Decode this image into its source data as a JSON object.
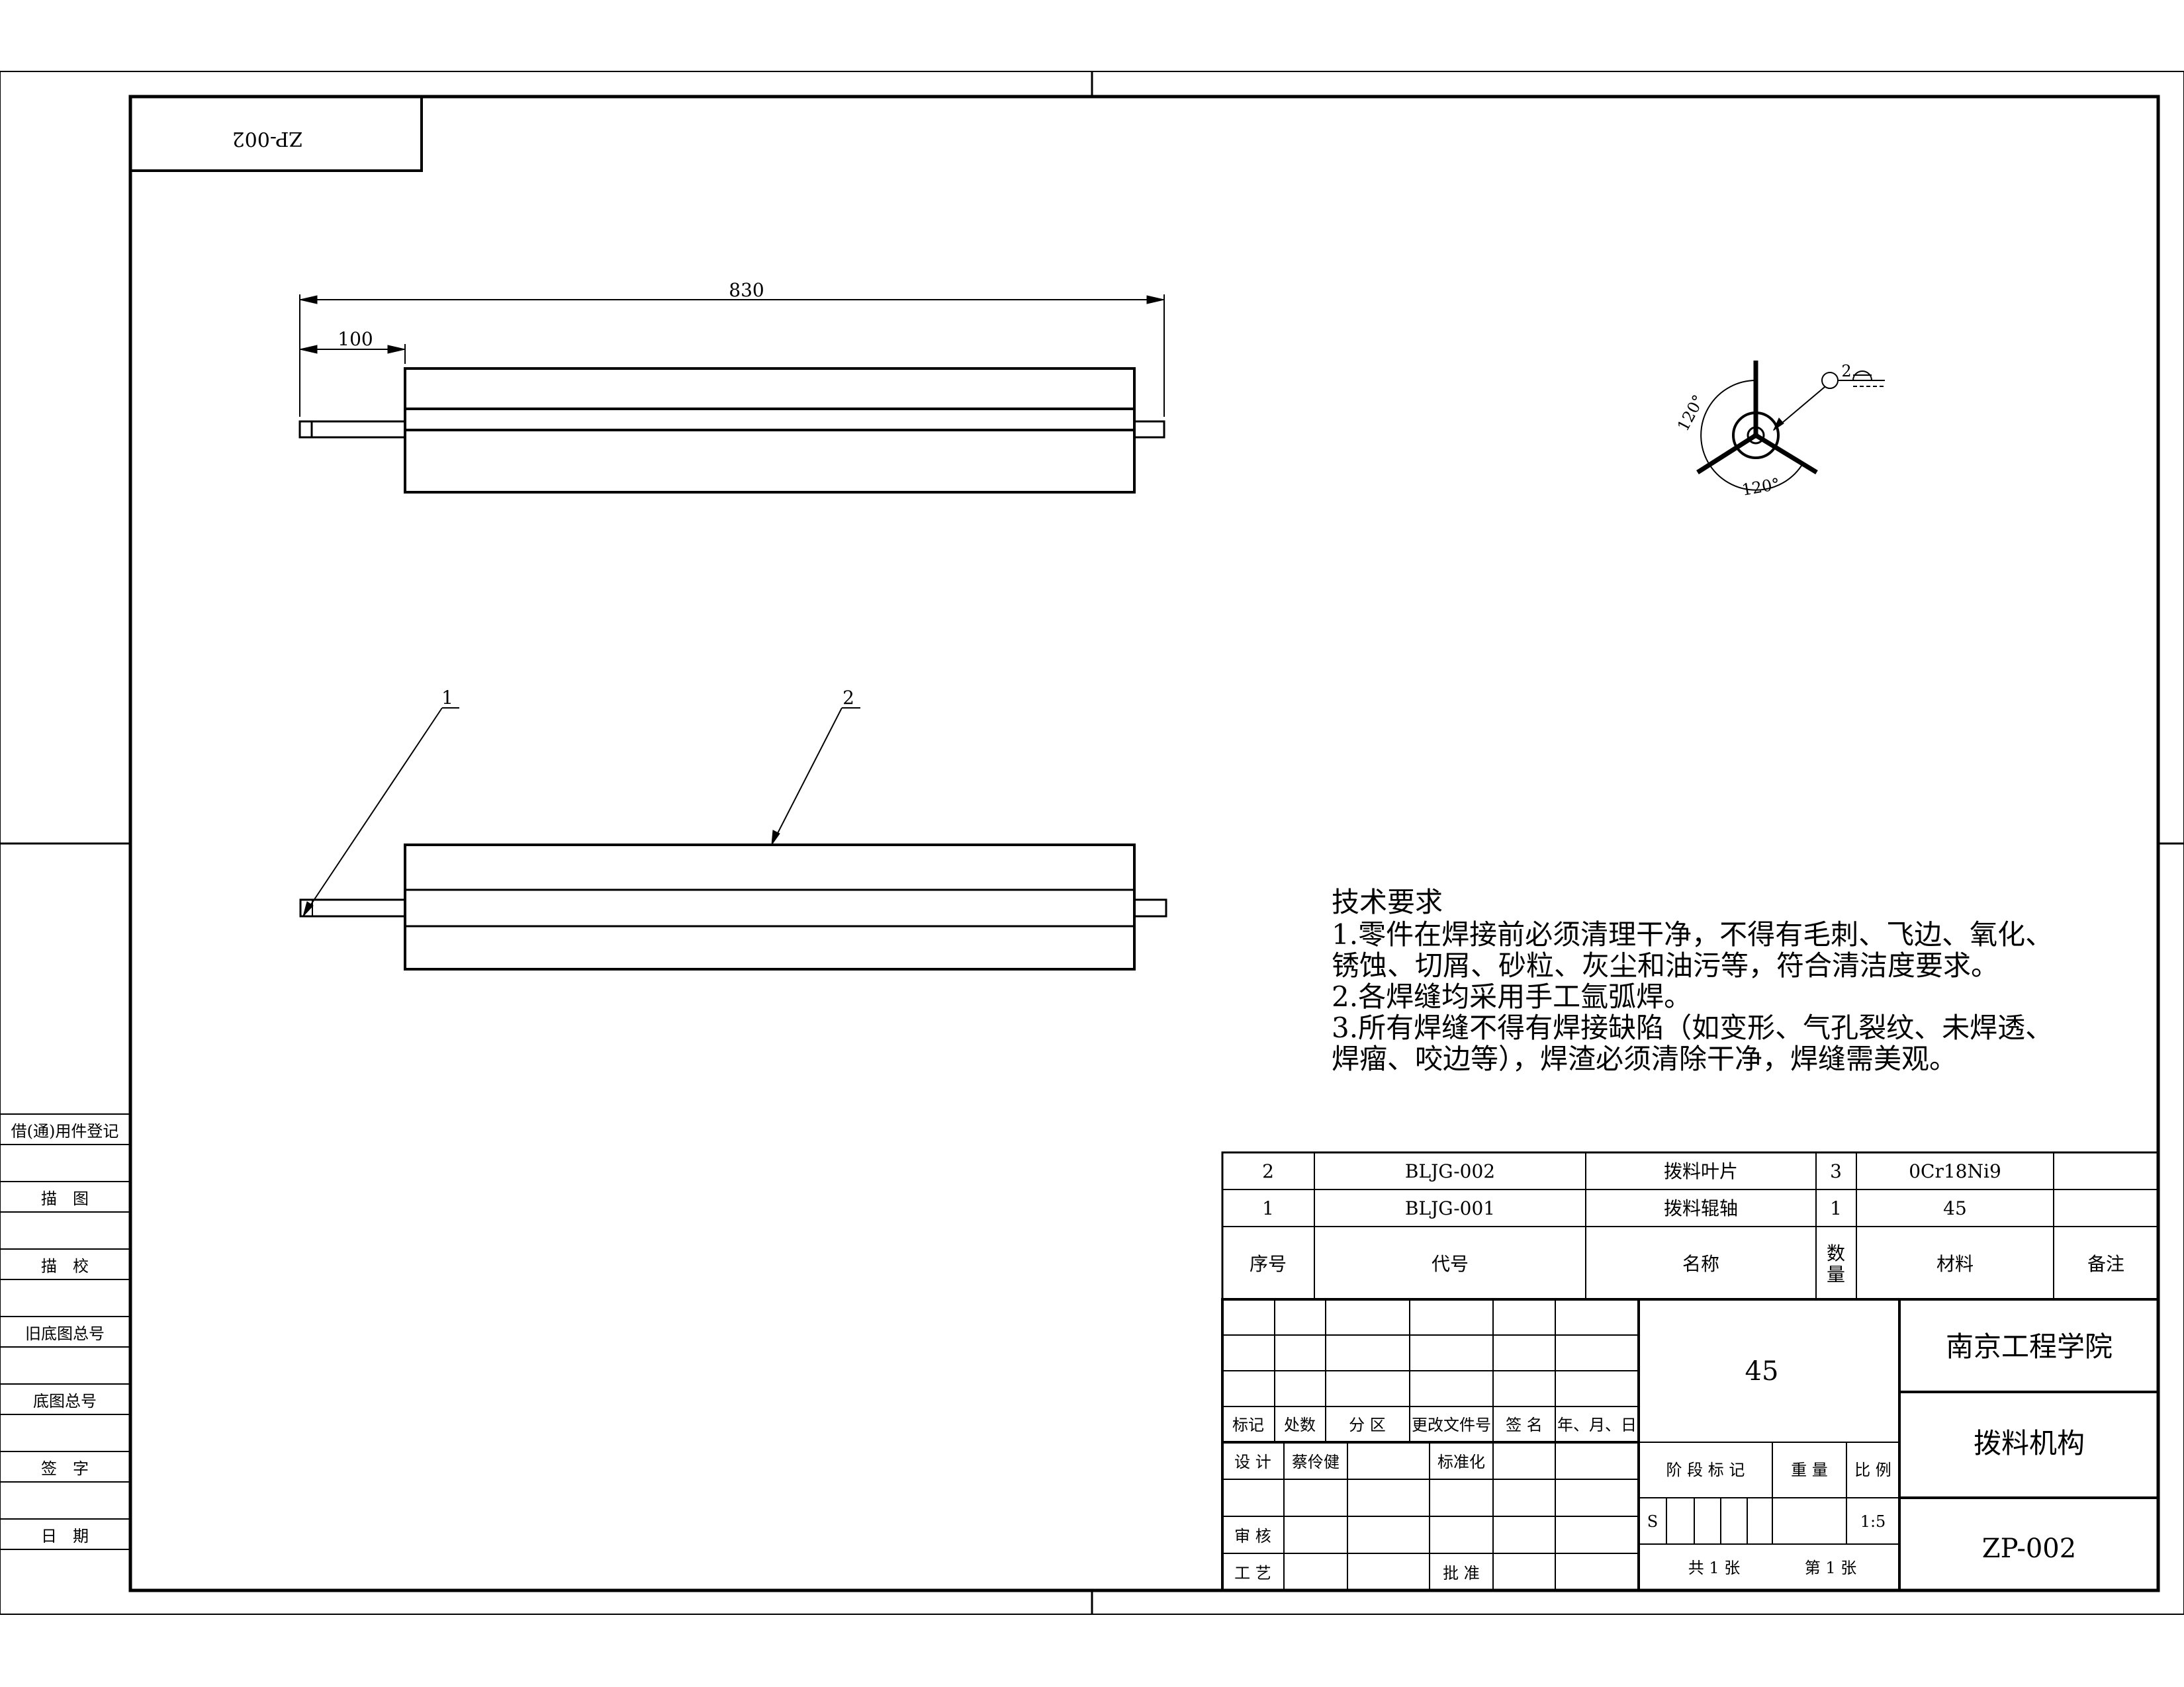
{
  "drawing_number_mirrored": "ZP-002",
  "top_view": {
    "dim_overall": "830",
    "dim_shaft": "100"
  },
  "front_view": {
    "balloon_1": "1",
    "balloon_2": "2"
  },
  "section_view": {
    "angle_left": "120°",
    "angle_bottom": "120°",
    "weld_size": "2"
  },
  "tech_requirements": {
    "heading": "技术要求",
    "lines": [
      "1.零件在焊接前必须清理干净，不得有毛刺、飞边、氧化、",
      "锈蚀、切屑、砂粒、灰尘和油污等，符合清洁度要求。",
      "2.各焊缝均采用手工氩弧焊。",
      "3.所有焊缝不得有焊接缺陷（如变形、气孔裂纹、未焊透、",
      "焊瘤、咬边等），焊渣必须清除干净，焊缝需美观。"
    ]
  },
  "left_margin": {
    "labels": [
      "借(通)用件登记",
      "描　图",
      "描　校",
      "旧底图总号",
      "底图总号",
      "签　字",
      "日　期"
    ]
  },
  "bom": {
    "rows": [
      {
        "no": "2",
        "code": "BLJG-002",
        "name": "拨料叶片",
        "qty": "3",
        "material": "0Cr18Ni9",
        "note": ""
      },
      {
        "no": "1",
        "code": "BLJG-001",
        "name": "拨料辊轴",
        "qty": "1",
        "material": "45",
        "note": ""
      }
    ],
    "headers": {
      "no": "序号",
      "code": "代号",
      "name": "名称",
      "qty_top": "数",
      "qty_bottom": "量",
      "material": "材料",
      "note": "备注"
    }
  },
  "title_block": {
    "material": "45",
    "school": "南京工程学院",
    "drawing_name": "拨料机构",
    "drawing_no": "ZP-002",
    "rev_headers": [
      "标记",
      "处数",
      "分 区",
      "更改文件号",
      "签 名",
      "年、月、日"
    ],
    "design_label": "设 计",
    "designer": "蔡伶健",
    "standardization": "标准化",
    "review_label": "审 核",
    "process_label": "工 艺",
    "approve_label": "批 准",
    "stage_label": "阶 段 标 记",
    "weight_label": "重 量",
    "scale_label": "比 例",
    "stage_value": "S",
    "scale_value": "1:5",
    "sheets_total": "共  1  张",
    "sheet_no": "第  1  张"
  }
}
